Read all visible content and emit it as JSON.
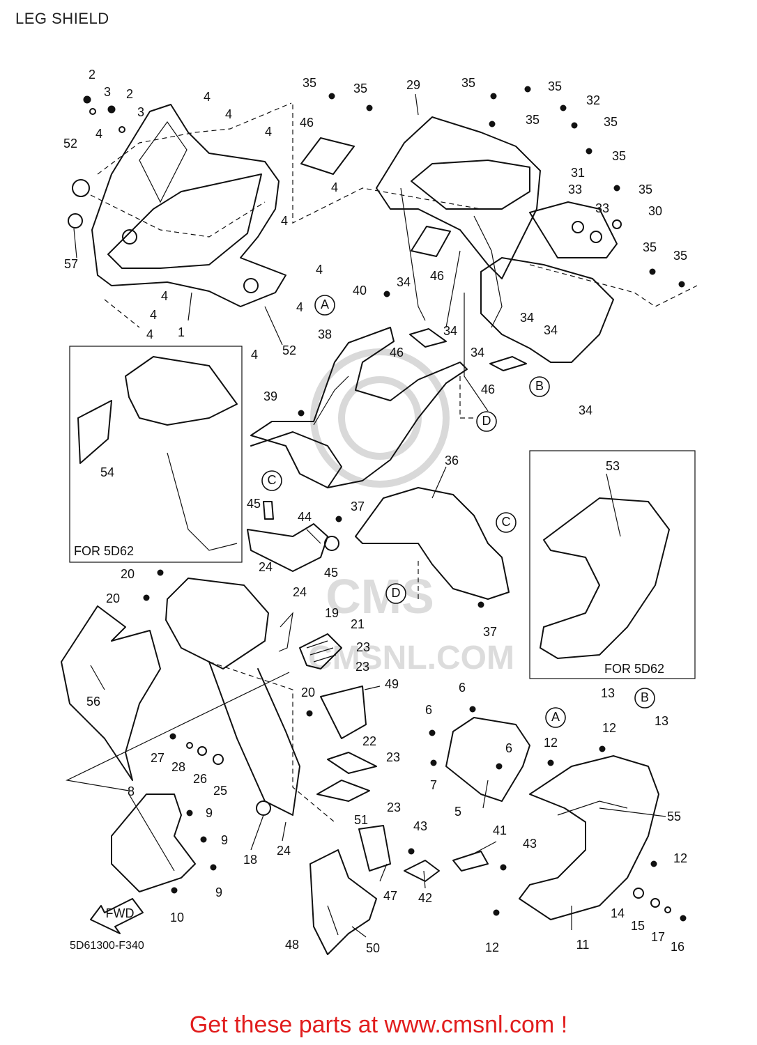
{
  "title": "LEG SHIELD",
  "diagram_code": "5D61300-F340",
  "footer": "Get these parts at www.cmsnl.com !",
  "watermark": "CMSNL.COM",
  "inset_boxes": [
    {
      "caption": "FOR 5D62",
      "part": "54"
    },
    {
      "caption": "FOR 5D62",
      "part": "53"
    }
  ],
  "fwd_arrow": "FWD",
  "reference_markers": [
    "A",
    "B",
    "C",
    "D"
  ],
  "part_labels": [
    "1",
    "2",
    "3",
    "4",
    "5",
    "6",
    "7",
    "8",
    "9",
    "10",
    "11",
    "12",
    "13",
    "14",
    "15",
    "16",
    "17",
    "18",
    "19",
    "20",
    "21",
    "22",
    "23",
    "24",
    "25",
    "26",
    "27",
    "28",
    "29",
    "30",
    "31",
    "32",
    "33",
    "34",
    "35",
    "36",
    "37",
    "38",
    "39",
    "40",
    "41",
    "42",
    "43",
    "44",
    "45",
    "46",
    "47",
    "48",
    "49",
    "50",
    "51",
    "52",
    "53",
    "54",
    "55",
    "56",
    "57"
  ],
  "colors": {
    "footer_text": "#e11d1d",
    "line_art": "#111111",
    "watermark": "#d9d9d9"
  }
}
